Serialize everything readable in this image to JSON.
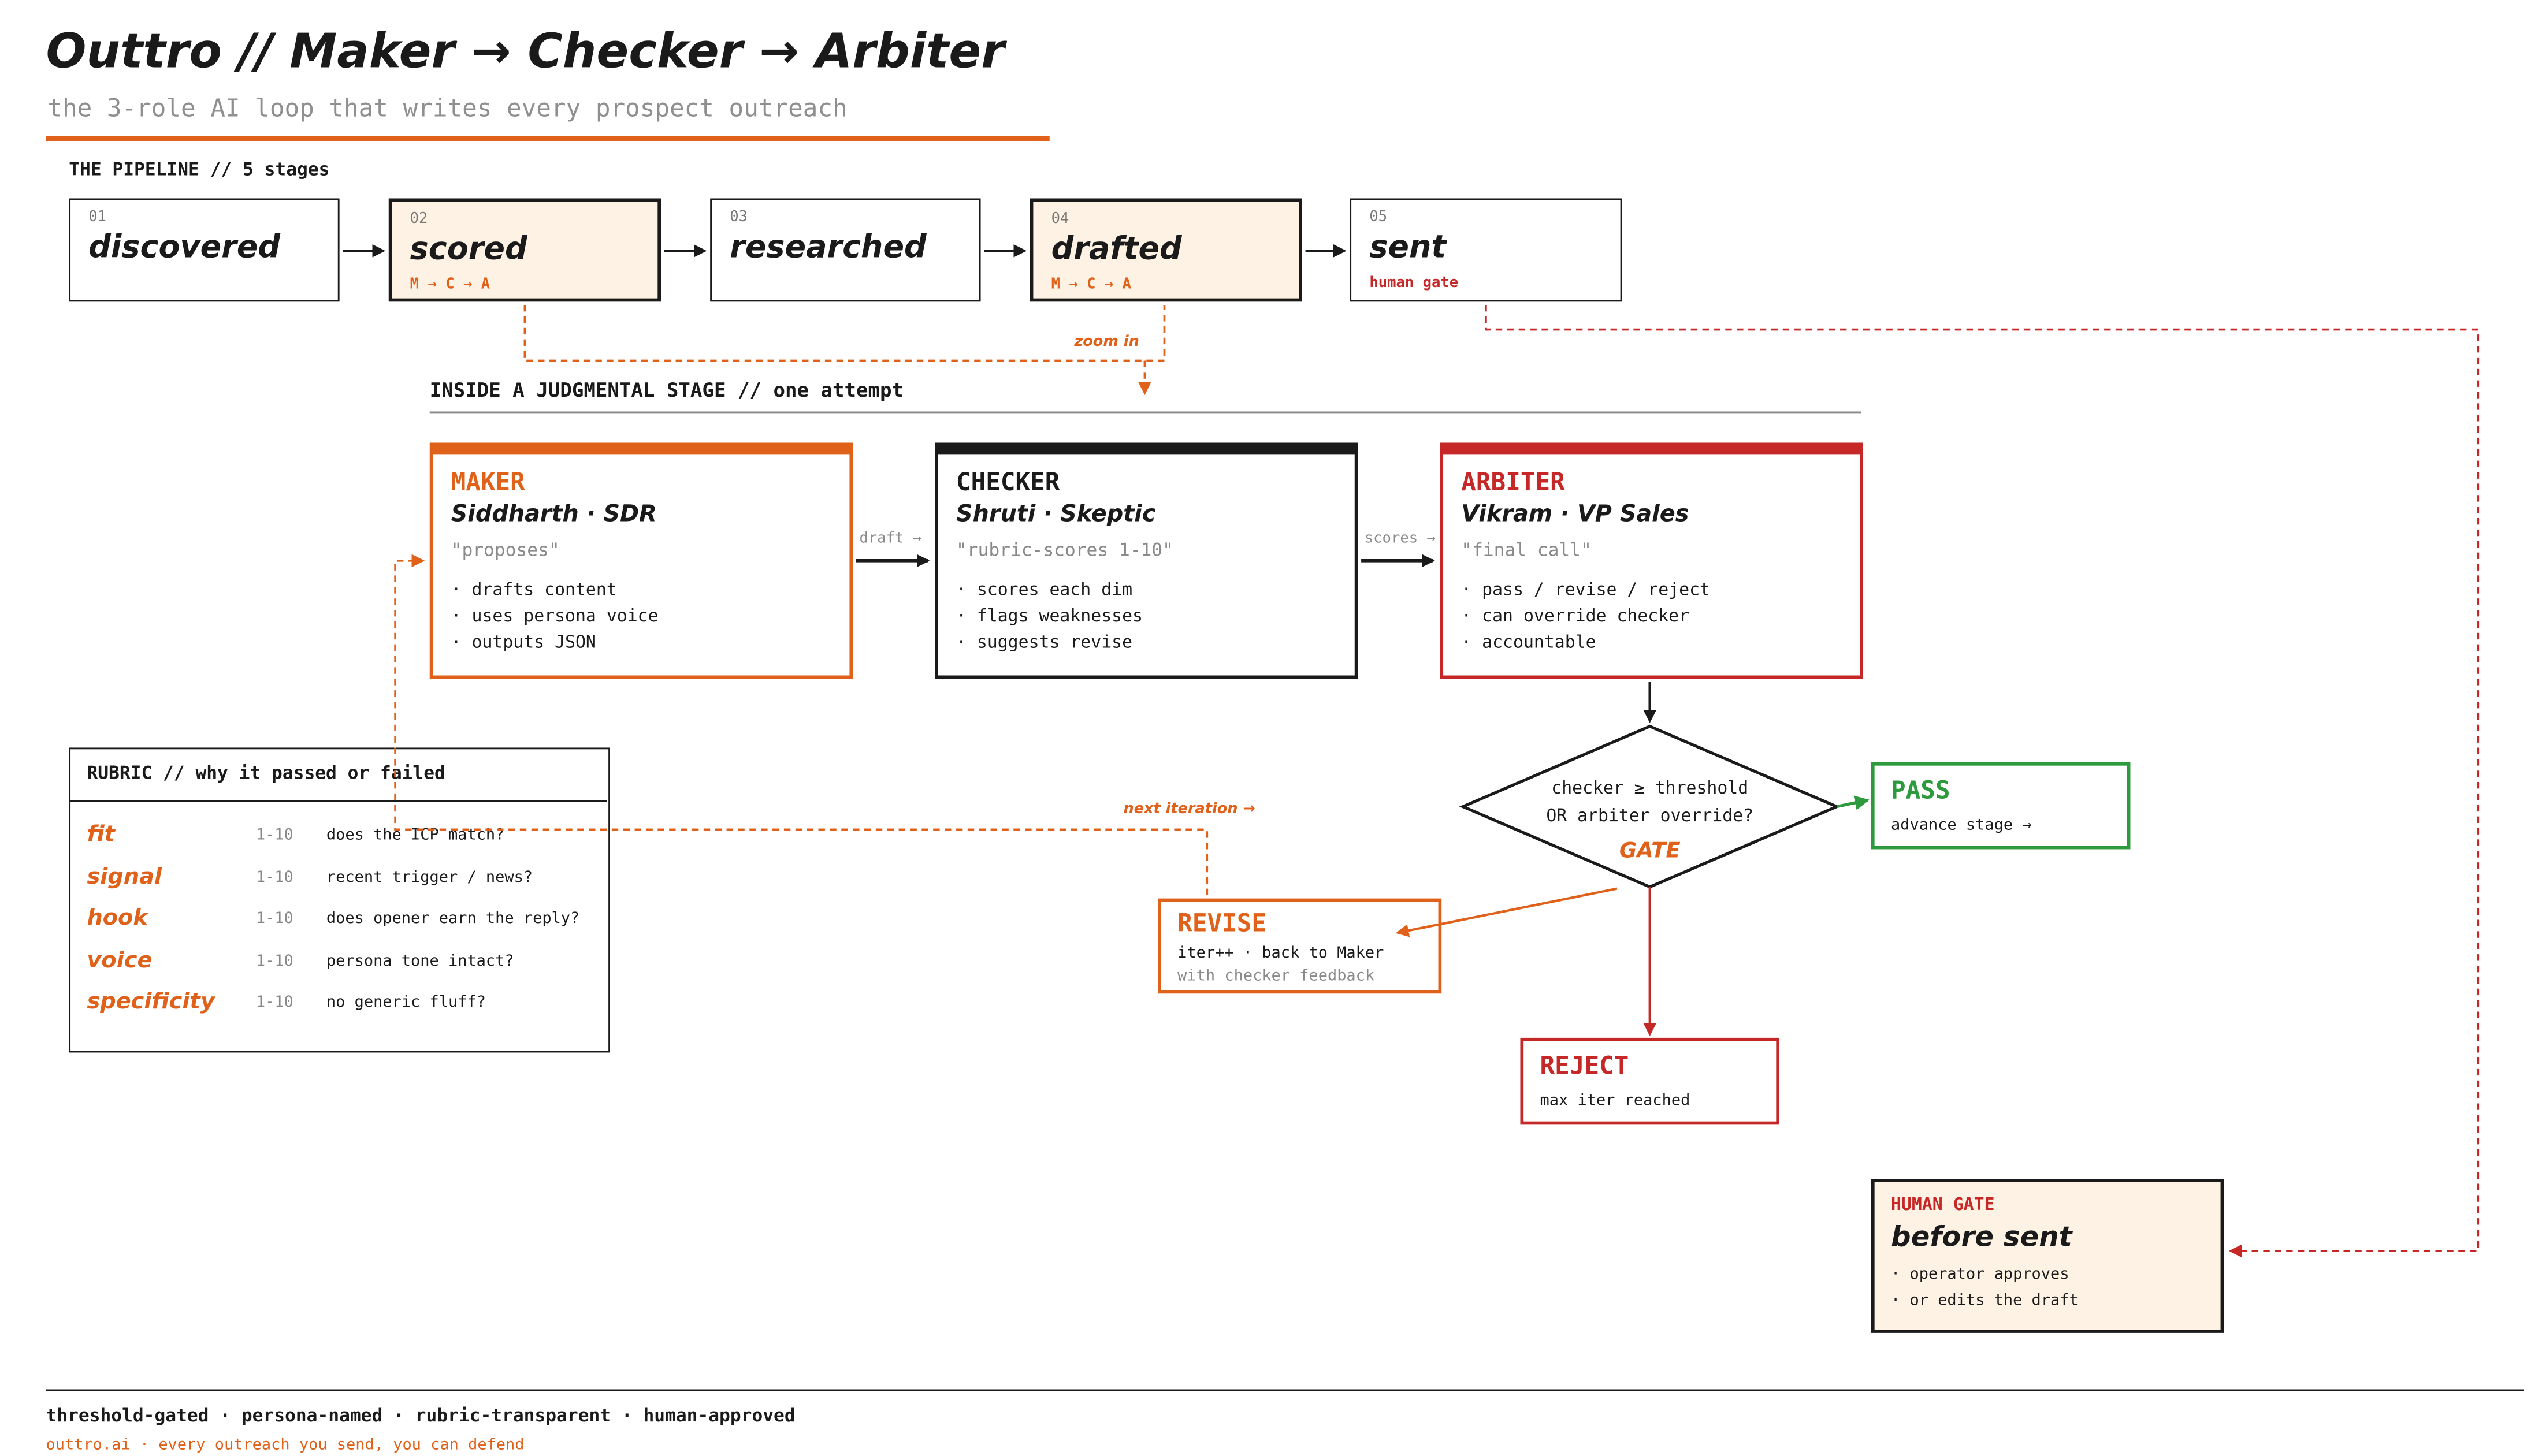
{
  "header": {
    "title": "Outtro // Maker → Checker → Arbiter",
    "subtitle": "the 3-role AI loop that writes every prospect outreach"
  },
  "pipeline": {
    "heading": "THE PIPELINE // 5 stages",
    "stages": [
      {
        "num": "01",
        "name": "discovered",
        "sub": ""
      },
      {
        "num": "02",
        "name": "scored",
        "sub": "M → C → A"
      },
      {
        "num": "03",
        "name": "researched",
        "sub": ""
      },
      {
        "num": "04",
        "name": "drafted",
        "sub": "M → C → A"
      },
      {
        "num": "05",
        "name": "sent",
        "sub": "human gate"
      }
    ],
    "zoom_label": "zoom in"
  },
  "inside": {
    "heading": "INSIDE A JUDGMENTAL STAGE // one attempt"
  },
  "roles": {
    "maker": {
      "title": "MAKER",
      "person": "Siddharth · SDR",
      "quote": "\"proposes\"",
      "items": [
        "· drafts content",
        "· uses persona voice",
        "· outputs JSON"
      ]
    },
    "checker": {
      "title": "CHECKER",
      "person": "Shruti · Skeptic",
      "quote": "\"rubric-scores 1-10\"",
      "items": [
        "· scores each dim",
        "· flags weaknesses",
        "· suggests revise"
      ]
    },
    "arbiter": {
      "title": "ARBITER",
      "person": "Vikram · VP Sales",
      "quote": "\"final call\"",
      "items": [
        "· pass / revise / reject",
        "· can override checker",
        "· accountable"
      ]
    },
    "draft_label": "draft →",
    "scores_label": "scores →"
  },
  "gate": {
    "line1": "checker ≥ threshold",
    "line2": "OR arbiter override?",
    "label": "GATE"
  },
  "outcomes": {
    "pass": {
      "title": "PASS",
      "desc": "advance stage →"
    },
    "revise": {
      "title": "REVISE",
      "desc": "iter++ · back to Maker",
      "desc2": "with checker feedback"
    },
    "reject": {
      "title": "REJECT",
      "desc": "max iter reached"
    },
    "next_iteration": "next iteration →"
  },
  "rubric": {
    "heading": "RUBRIC // why it passed or failed",
    "rows": [
      {
        "name": "fit",
        "range": "1-10",
        "question": "does the ICP match?"
      },
      {
        "name": "signal",
        "range": "1-10",
        "question": "recent trigger / news?"
      },
      {
        "name": "hook",
        "range": "1-10",
        "question": "does opener earn the reply?"
      },
      {
        "name": "voice",
        "range": "1-10",
        "question": "persona tone intact?"
      },
      {
        "name": "specificity",
        "range": "1-10",
        "question": "no generic fluff?"
      }
    ]
  },
  "human_gate": {
    "label": "HUMAN GATE",
    "title": "before sent",
    "items": [
      "· operator approves",
      "· or edits the draft"
    ]
  },
  "footer": {
    "tagline": "threshold-gated · persona-named · rubric-transparent · human-approved",
    "url": "outtro.ai · every outreach you send, you can defend"
  },
  "colors": {
    "accent": "#e0611a",
    "danger": "#c62828",
    "success": "#2e9a3e",
    "ink": "#1a1a1a",
    "cream": "#fdf2e3"
  }
}
